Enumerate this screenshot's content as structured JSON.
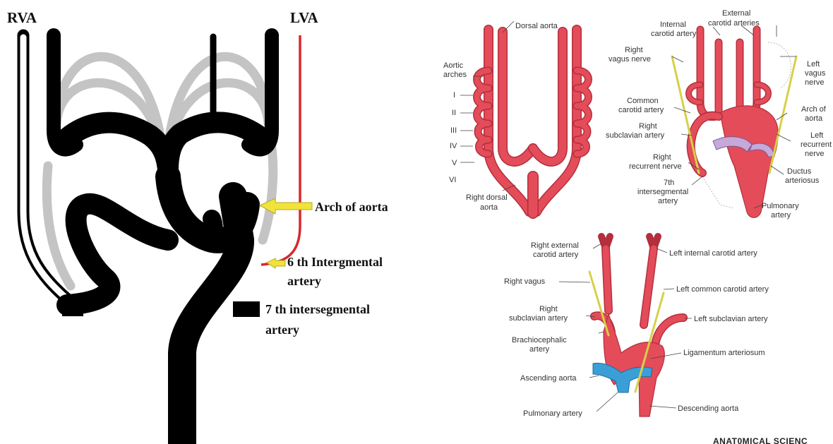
{
  "left_diagram": {
    "rva_label": "RVA",
    "lva_label": "LVA",
    "arch_of_aorta_label": "Arch of aorta",
    "sixth_intersegmental_label_1": "6 th Intergmental",
    "sixth_intersegmental_label_2": "artery",
    "seventh_intersegmental_label_1": "7 th intersegmental",
    "seventh_intersegmental_label_2": "artery",
    "colors": {
      "vessel": "#000000",
      "regressed": "#c4c4c4",
      "lva": "#d9262e",
      "arrow": "#f2e33a"
    }
  },
  "embryo_diagram": {
    "dorsal_aorta": "Dorsal aorta",
    "aortic_arches_1": "Aortic",
    "aortic_arches_2": "arches",
    "numerals": [
      "I",
      "II",
      "III",
      "IV",
      "V",
      "VI"
    ],
    "right_dorsal_aorta_1": "Right dorsal",
    "right_dorsal_aorta_2": "aorta"
  },
  "transition_diagram": {
    "external_carotid_1": "External",
    "external_carotid_2": "carotid arteries",
    "internal_carotid_1": "Internal",
    "internal_carotid_2": "carotid artery",
    "right_vagus_1": "Right",
    "right_vagus_2": "vagus nerve",
    "left_vagus_1": "Left",
    "left_vagus_2": "vagus",
    "left_vagus_3": "nerve",
    "common_carotid_1": "Common",
    "common_carotid_2": "carotid artery",
    "arch_aorta_1": "Arch of",
    "arch_aorta_2": "aorta",
    "right_subclavian_1": "Right",
    "right_subclavian_2": "subclavian artery",
    "left_recurrent_1": "Left",
    "left_recurrent_2": "recurrent",
    "left_recurrent_3": "nerve",
    "right_recurrent_1": "Right",
    "right_recurrent_2": "recurrent nerve",
    "ductus_1": "Ductus",
    "ductus_2": "arteriosus",
    "seventh_1": "7th",
    "seventh_2": "intersegmental",
    "seventh_3": "artery",
    "pulmonary_1": "Pulmonary",
    "pulmonary_2": "artery"
  },
  "adult_diagram": {
    "right_external_carotid_1": "Right external",
    "right_external_carotid_2": "carotid artery",
    "left_internal_carotid": "Left internal carotid artery",
    "right_vagus": "Right vagus",
    "left_common_carotid": "Left common carotid artery",
    "right_subclavian_1": "Right",
    "right_subclavian_2": "subclavian artery",
    "left_subclavian": "Left subclavian artery",
    "brachiocephalic_1": "Brachiocephalic",
    "brachiocephalic_2": "artery",
    "ligamentum": "Ligamentum arteriosum",
    "ascending_aorta": "Ascending aorta",
    "pulmonary_artery": "Pulmonary artery",
    "descending_aorta": "Descending aorta",
    "colors": {
      "artery": "#e44c5a",
      "pulmonary": "#3a9fd6",
      "nerve": "#d7d047"
    }
  },
  "footer": {
    "watermark": "ANAT0MICAL SCIENC"
  }
}
